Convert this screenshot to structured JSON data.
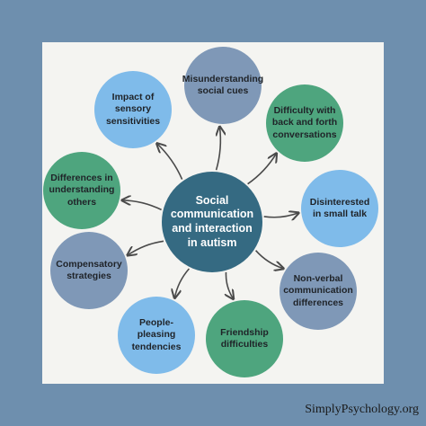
{
  "diagram": {
    "center": {
      "label": "Social communication and interaction in autism",
      "color": "#356a82"
    },
    "nodes": [
      {
        "id": "misunderstanding-social-cues",
        "label": "Misunderstanding social cues",
        "color": "#7f98b7"
      },
      {
        "id": "difficulty-back-forth",
        "label": "Difficulty with back and forth conversations",
        "color": "#4ea57e"
      },
      {
        "id": "disinterested-small-talk",
        "label": "Disinterested in small talk",
        "color": "#7fbbea"
      },
      {
        "id": "non-verbal-differences",
        "label": "Non-verbal communication differences",
        "color": "#7f98b7"
      },
      {
        "id": "friendship-difficulties",
        "label": "Friendship difficulties",
        "color": "#4ea57e"
      },
      {
        "id": "people-pleasing",
        "label": "People-pleasing tendencies",
        "color": "#7fbbea"
      },
      {
        "id": "compensatory-strategies",
        "label": "Compensatory strategies",
        "color": "#7f98b7"
      },
      {
        "id": "differences-understanding",
        "label": "Differences in understanding others",
        "color": "#4ea57e"
      },
      {
        "id": "impact-sensory",
        "label": "Impact of sensory sensitivities",
        "color": "#7fbbea"
      }
    ],
    "arrow_color": "#4a4a4a"
  },
  "footer": {
    "credit": "SimplyPsychology.org"
  }
}
